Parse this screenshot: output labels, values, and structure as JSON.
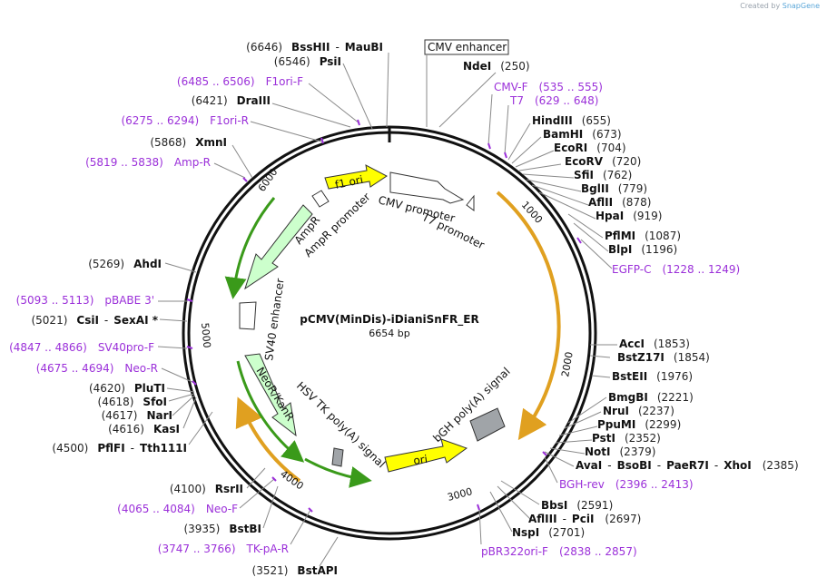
{
  "credit": {
    "prefix": "Created by",
    "brand": "SnapGene"
  },
  "plasmid": {
    "name": "pCMV(MinDis)-iDianiSnFR_ER",
    "size_label": "6654 bp",
    "length": 6654
  },
  "ticks": [
    "1000",
    "2000",
    "3000",
    "4000",
    "5000",
    "6000"
  ],
  "box_label": "CMV enhancer",
  "features": {
    "f1_ori": "f1 ori",
    "cmv_promoter": "CMV promoter",
    "t7_promoter": "T7 promoter",
    "ampr": "AmpR",
    "ampr_promoter": "AmpR promoter",
    "sv40_enhancer": "SV40 enhancer",
    "neor": "NeoR/KanR",
    "hsv_tk": "HSV TK poly(A) signal",
    "ori": "ori",
    "bgh": "bGH poly(A) signal"
  },
  "right_labels": [
    {
      "name": "NdeI",
      "pos": "(250)"
    },
    {
      "name": "HindIII",
      "pos": "(655)"
    },
    {
      "name": "BamHI",
      "pos": "(673)"
    },
    {
      "name": "EcoRI",
      "pos": "(704)"
    },
    {
      "name": "EcoRV",
      "pos": "(720)"
    },
    {
      "name": "SfiI",
      "pos": "(762)"
    },
    {
      "name": "BglII",
      "pos": "(779)"
    },
    {
      "name": "AflII",
      "pos": "(878)"
    },
    {
      "name": "HpaI",
      "pos": "(919)"
    },
    {
      "name": "PflMI",
      "pos": "(1087)"
    },
    {
      "name": "BlpI",
      "pos": "(1196)"
    },
    {
      "name": "AccI",
      "pos": "(1853)"
    },
    {
      "name": "BstZ17I",
      "pos": "(1854)"
    },
    {
      "name": "BstEII",
      "pos": "(1976)"
    },
    {
      "name": "BmgBI",
      "pos": "(2221)"
    },
    {
      "name": "NruI",
      "pos": "(2237)"
    },
    {
      "name": "PpuMI",
      "pos": "(2299)"
    },
    {
      "name": "PstI",
      "pos": "(2352)"
    },
    {
      "name": "NotI",
      "pos": "(2379)"
    },
    {
      "name": "BbsI",
      "pos": "(2591)"
    },
    {
      "name": "NspI",
      "pos": "(2701)"
    }
  ],
  "multi_right": [
    {
      "names": [
        "AvaI",
        "BsoBI",
        "PaeR7I",
        "XhoI"
      ],
      "pos": "(2385)"
    },
    {
      "names": [
        "AflIII",
        "PciI"
      ],
      "pos": "(2697)"
    }
  ],
  "right_primers": [
    {
      "name": "CMV-F",
      "pos": "(535 .. 555)"
    },
    {
      "name": "T7",
      "pos": "(629 .. 648)"
    },
    {
      "name": "EGFP-C",
      "pos": "(1228 .. 1249)"
    },
    {
      "name": "BGH-rev",
      "pos": "(2396 .. 2413)"
    },
    {
      "name": "pBR322ori-F",
      "pos": "(2838 .. 2857)"
    }
  ],
  "left_labels": [
    {
      "name": "PsiI",
      "pos": "(6546)"
    },
    {
      "name": "DraIII",
      "pos": "(6421)"
    },
    {
      "name": "XmnI",
      "pos": "(5868)"
    },
    {
      "name": "AhdI",
      "pos": "(5269)"
    },
    {
      "name": "PluTI",
      "pos": "(4620)"
    },
    {
      "name": "SfoI",
      "pos": "(4618)"
    },
    {
      "name": "NarI",
      "pos": "(4617)"
    },
    {
      "name": "KasI",
      "pos": "(4616)"
    },
    {
      "name": "RsrII",
      "pos": "(4100)"
    },
    {
      "name": "BstBI",
      "pos": "(3935)"
    },
    {
      "name": "BstAPI",
      "pos": "(3521)"
    }
  ],
  "multi_left": [
    {
      "names": [
        "BssHII",
        "MauBI"
      ],
      "pos": "(6646)"
    },
    {
      "names": [
        "CsiI",
        "SexAI *"
      ],
      "pos": "(5021)"
    },
    {
      "names": [
        "PflFI",
        "Tth111I"
      ],
      "pos": "(4500)"
    }
  ],
  "left_primers": [
    {
      "name": "F1ori-F",
      "pos": "(6485 .. 6506)"
    },
    {
      "name": "F1ori-R",
      "pos": "(6275 .. 6294)"
    },
    {
      "name": "Amp-R",
      "pos": "(5819 .. 5838)"
    },
    {
      "name": "pBABE 3'",
      "pos": "(5093 .. 5113)"
    },
    {
      "name": "SV40pro-F",
      "pos": "(4847 .. 4866)"
    },
    {
      "name": "Neo-R",
      "pos": "(4675 .. 4694)"
    },
    {
      "name": "Neo-F",
      "pos": "(4065 .. 4084)"
    },
    {
      "name": "TK-pA-R",
      "pos": "(3747 .. 3766)"
    }
  ],
  "colors": {
    "backbone": "#111111",
    "marker_yellow": "#ffff00",
    "marker_green": "#ccffcc",
    "grey_feature": "#a0a4a8",
    "primer": "#9b30d9",
    "arc_orange": "#e0a020",
    "arc_green": "#3a9a1a"
  }
}
